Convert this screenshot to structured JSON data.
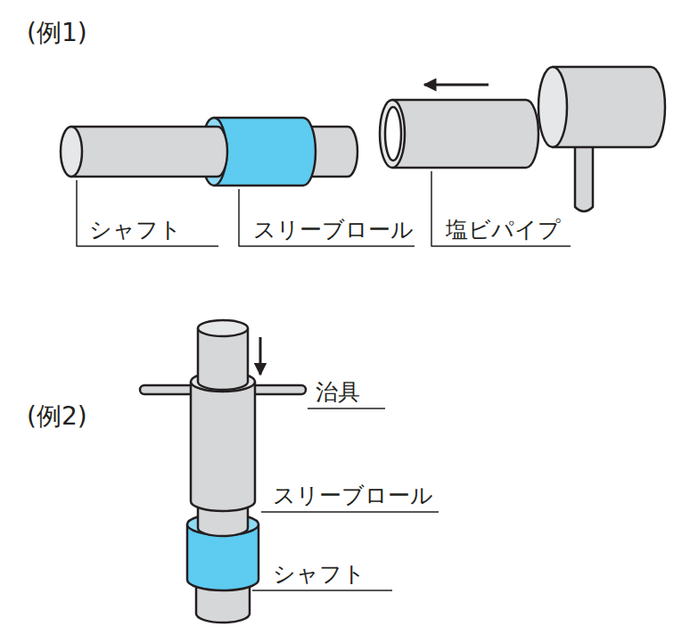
{
  "diagram": {
    "labels": [
      "(例1)",
      "シャフト",
      "スリーブロール",
      "塩ビパイプ",
      "(例2)",
      "治具",
      "スリーブロール",
      "シャフト"
    ]
  }
}
